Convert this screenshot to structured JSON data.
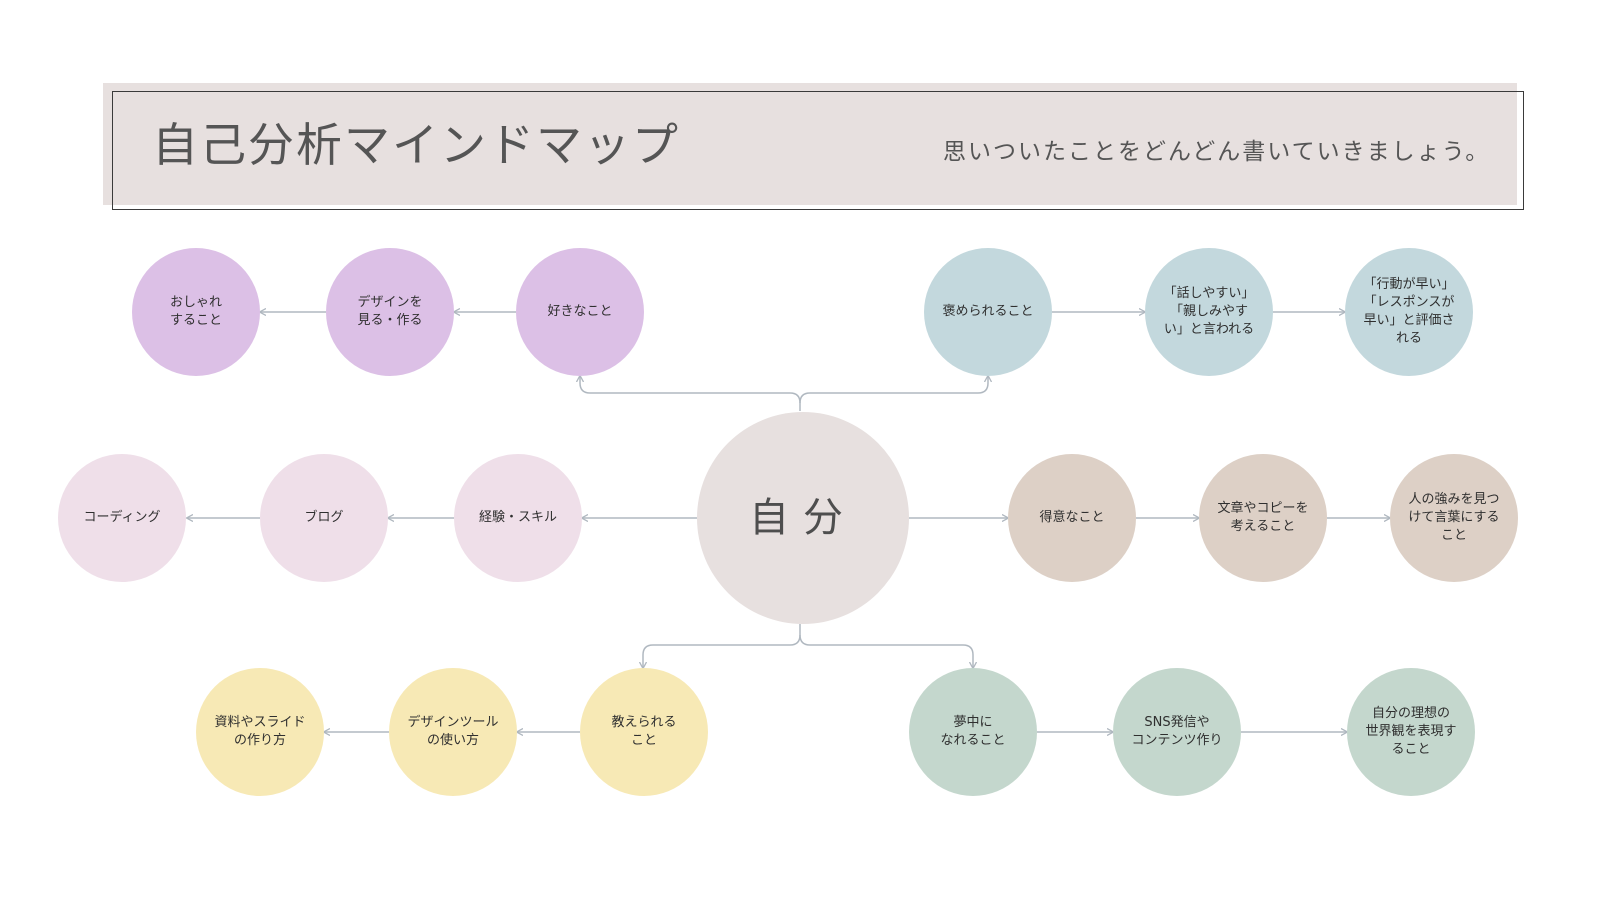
{
  "header": {
    "title": "自己分析マインドマップ",
    "subtitle": "思いついたことをどんどん書いていきましょう。"
  },
  "colors": {
    "header_bg": "#e7e0df",
    "center": "#e7e0df",
    "purple": "#dcc0e6",
    "pink": "#efdfe9",
    "yellow": "#f7e9b5",
    "blue": "#c3d8dd",
    "brown": "#ddd0c6",
    "green": "#c4d7cd",
    "connector": "#b0b8c0"
  },
  "mindmap": {
    "center": "自分",
    "branches": {
      "likes": [
        "好きなこと",
        "デザインを\n見る・作る",
        "おしゃれ\nすること"
      ],
      "experience": [
        "経験・スキル",
        "ブログ",
        "コーディング"
      ],
      "teach": [
        "教えられる\nこと",
        "デザインツール\nの使い方",
        "資料やスライド\nの作り方"
      ],
      "praised": [
        "褒められること",
        "「話しやすい」\n「親しみやす\nい」と言われる",
        "「行動が早い」\n「レスポンスが\n早い」と評価さ\nれる"
      ],
      "strengths": [
        "得意なこと",
        "文章やコピーを\n考えること",
        "人の強みを見つ\nけて言葉にする\nこと"
      ],
      "passion": [
        "夢中に\nなれること",
        "SNS発信や\nコンテンツ作り",
        "自分の理想の\n世界観を表現す\nること"
      ]
    }
  }
}
